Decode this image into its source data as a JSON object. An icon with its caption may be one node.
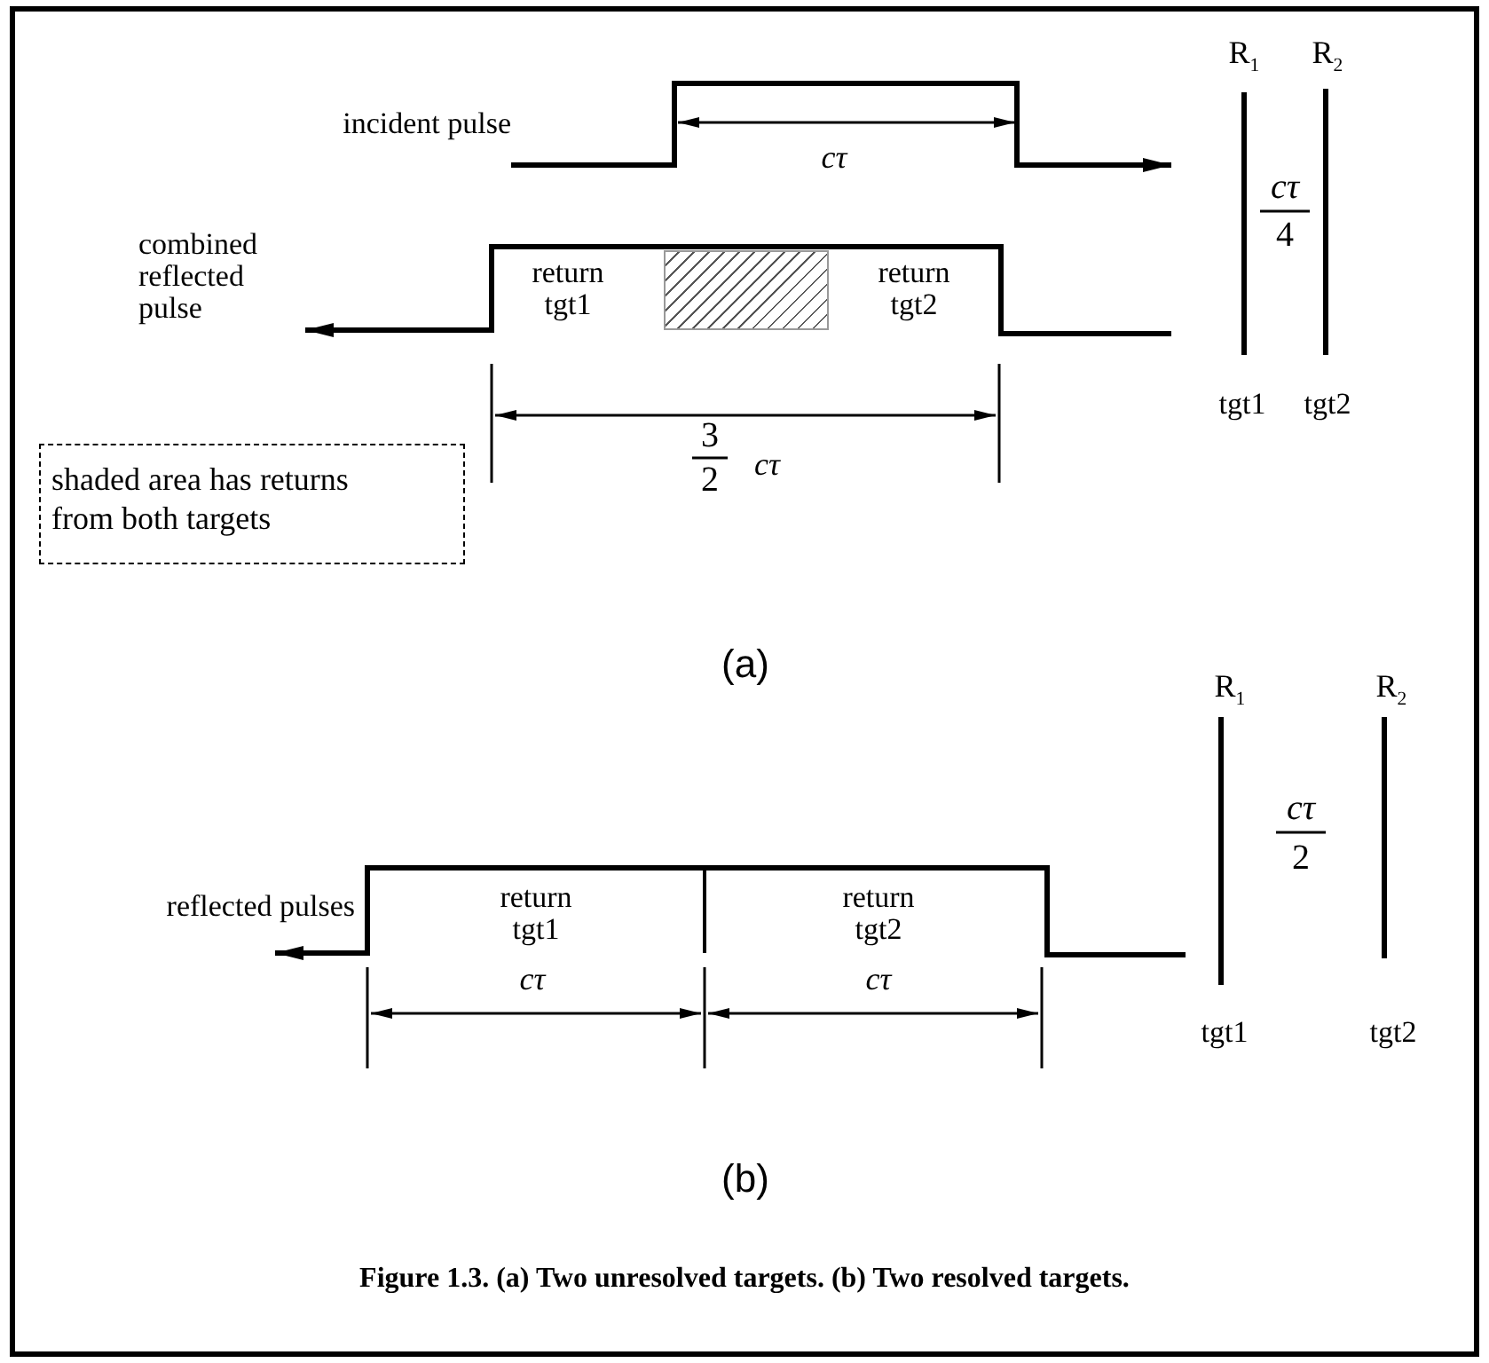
{
  "diagram": {
    "caption": "Figure 1.3. (a) Two unresolved targets. (b) Two resolved targets.",
    "nodes": [
      {
        "text": [
          "shaded area has returns from both targets"
        ]
      },
      {
        "text": [],
        "shape": "box"
      }
    ],
    "labels": [
      "R$_{1}$",
      "R$_{2}$",
      "incident pulse",
      "cτ",
      "cτ",
      "4",
      "combined reflected pulse",
      "return tgt1",
      "return tgt2",
      "tgt1",
      "tgt2",
      "3",
      "2",
      "cτ",
      "(a)",
      "R$_{1}$",
      "R$_{2}$",
      "cτ",
      "2",
      "reflected pulses",
      "return tgt1",
      "return tgt2",
      "cτ",
      "cτ",
      "tgt1",
      "tgt2",
      "(b)"
    ]
  }
}
